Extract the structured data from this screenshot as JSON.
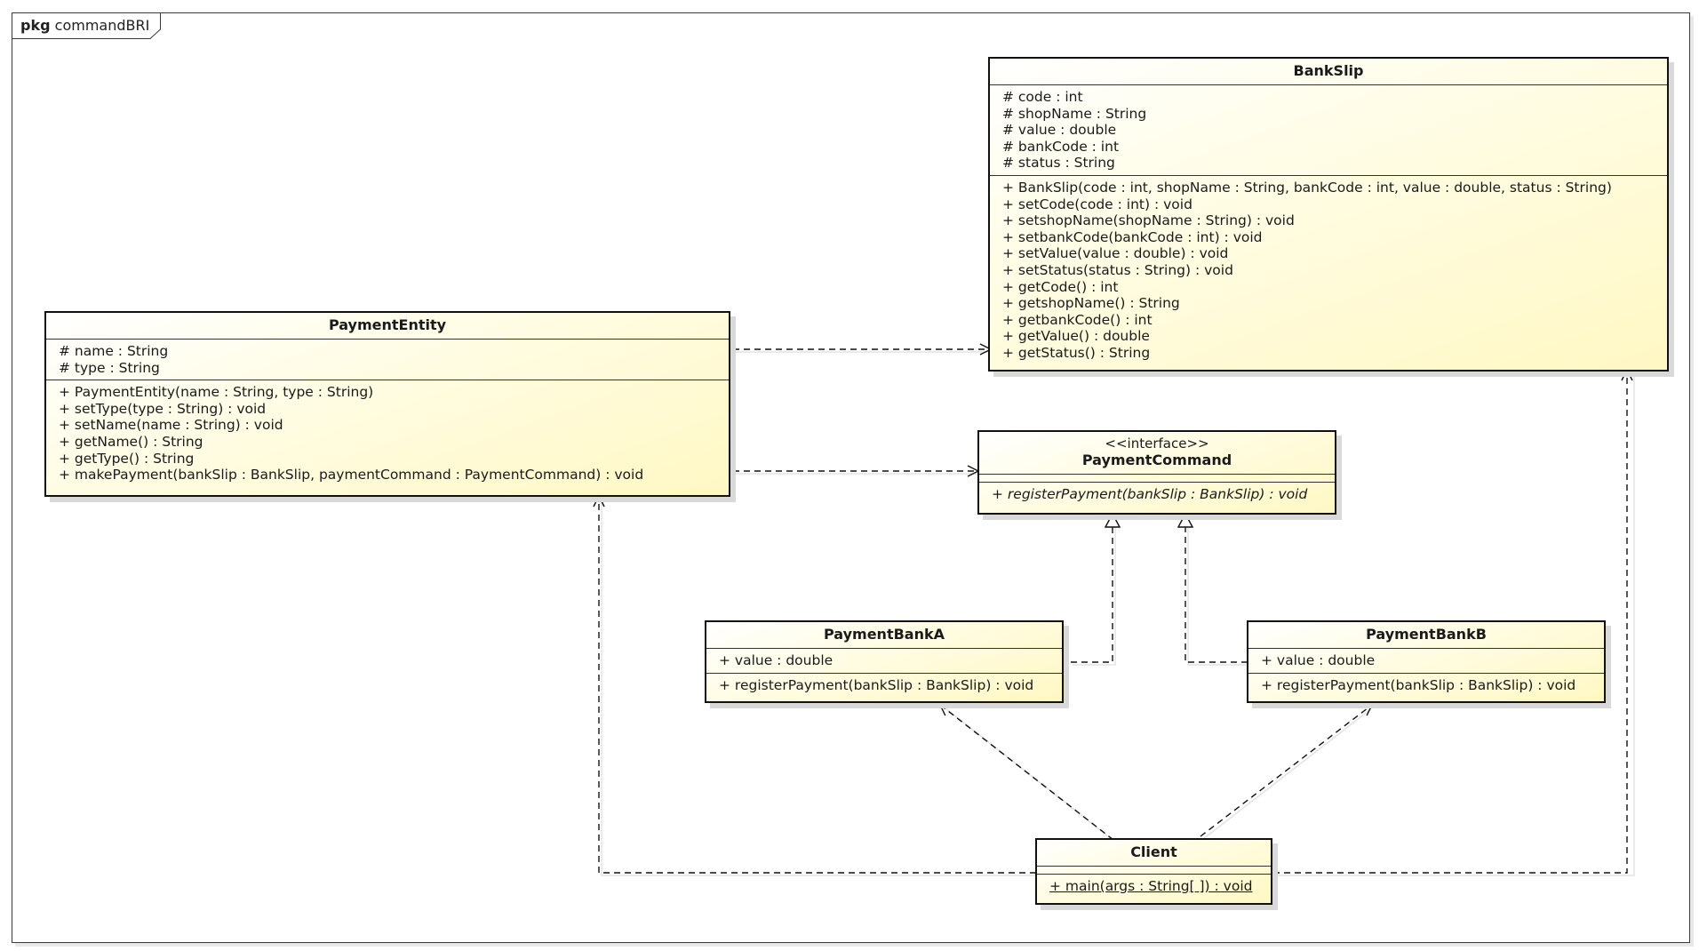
{
  "package": {
    "keyword": "pkg",
    "name": "commandBRI"
  },
  "classes": {
    "bankslip": {
      "name": "BankSlip",
      "attributes": [
        "# code : int",
        "# shopName : String",
        "# value : double",
        "# bankCode : int",
        "# status : String"
      ],
      "operations": [
        "+ BankSlip(code : int, shopName : String, bankCode : int, value : double, status : String)",
        "+ setCode(code : int) : void",
        "+ setshopName(shopName : String) : void",
        "+ setbankCode(bankCode : int) : void",
        "+ setValue(value : double) : void",
        "+ setStatus(status : String) : void",
        "+ getCode() : int",
        "+ getshopName() : String",
        "+ getbankCode() : int",
        "+ getValue() : double",
        "+ getStatus() : String"
      ]
    },
    "paymententity": {
      "name": "PaymentEntity",
      "attributes": [
        "# name : String",
        "# type : String"
      ],
      "operations": [
        "+ PaymentEntity(name : String, type : String)",
        "+ setType(type : String) : void",
        "+ setName(name : String) : void",
        "+ getName() : String",
        "+ getType() : String",
        "+ makePayment(bankSlip : BankSlip, paymentCommand : PaymentCommand) : void"
      ]
    },
    "paymentcommand": {
      "stereotype": "<<interface>>",
      "name": "PaymentCommand",
      "operations": [
        "+ registerPayment(bankSlip : BankSlip) : void"
      ]
    },
    "paymentbanka": {
      "name": "PaymentBankA",
      "attributes": [
        "+ value : double"
      ],
      "operations": [
        "+ registerPayment(bankSlip : BankSlip) : void"
      ]
    },
    "paymentbankb": {
      "name": "PaymentBankB",
      "attributes": [
        "+ value : double"
      ],
      "operations": [
        "+ registerPayment(bankSlip : BankSlip) : void"
      ]
    },
    "client": {
      "name": "Client",
      "operations": [
        "+ main(args : String[ ]) : void"
      ]
    }
  },
  "relations": [
    {
      "from": "PaymentEntity",
      "to": "BankSlip",
      "kind": "dependency"
    },
    {
      "from": "PaymentEntity",
      "to": "PaymentCommand",
      "kind": "dependency"
    },
    {
      "from": "PaymentBankA",
      "to": "PaymentCommand",
      "kind": "realization"
    },
    {
      "from": "PaymentBankB",
      "to": "PaymentCommand",
      "kind": "realization"
    },
    {
      "from": "Client",
      "to": "PaymentBankA",
      "kind": "dependency"
    },
    {
      "from": "Client",
      "to": "PaymentBankB",
      "kind": "dependency"
    },
    {
      "from": "Client",
      "to": "PaymentEntity",
      "kind": "dependency"
    },
    {
      "from": "Client",
      "to": "BankSlip",
      "kind": "dependency"
    }
  ]
}
